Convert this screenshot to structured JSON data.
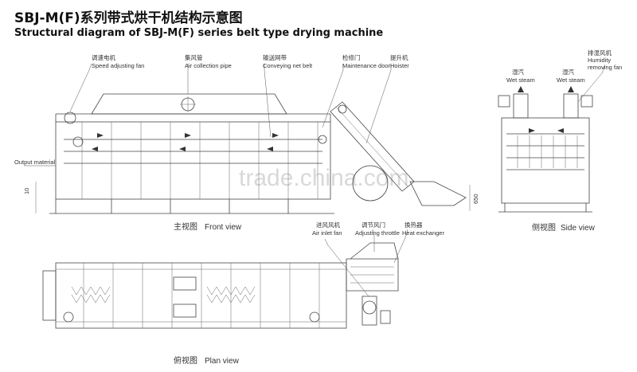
{
  "title_cn": "SBJ-M(F)系列带式烘干机结构示意图",
  "title_en": "Structural diagram of SBJ-M(F) series belt type drying machine",
  "front_labels": {
    "speed_fan_cn": "调速电机",
    "speed_fan_en": "Speed adjusting fan",
    "air_pipe_cn": "集风管",
    "air_pipe_en": "Air collection pipe",
    "net_belt_cn": "输送网带",
    "net_belt_en": "Conveying net belt",
    "door_cn": "检修门",
    "door_en": "Maintenance door",
    "hoister_cn": "提升机",
    "hoister_en": "Hoister",
    "outlet": "Output material",
    "dim_left": "10",
    "dim_right": "650"
  },
  "side_labels": {
    "wet_steam_cn": "湿汽",
    "wet_steam_en": "Wet steam",
    "humidity_fan_cn": "排湿风机",
    "humidity_fan_en1": "Humidity",
    "humidity_fan_en2": "removing fan"
  },
  "plan_labels": {
    "air_inlet_cn": "进风风机",
    "air_inlet_en": "Air inlet fan",
    "throttle_cn": "调节风门",
    "throttle_en": "Adjusting throttle",
    "heat_ex_cn": "换热器",
    "heat_ex_en": "Heat exchanger"
  },
  "captions": {
    "front_cn": "主视图",
    "front_en": "Front view",
    "side_cn": "侧视图",
    "side_en": "Side view",
    "plan_cn": "俯视图",
    "plan_en": "Plan view"
  },
  "watermark": "trade.china.com"
}
